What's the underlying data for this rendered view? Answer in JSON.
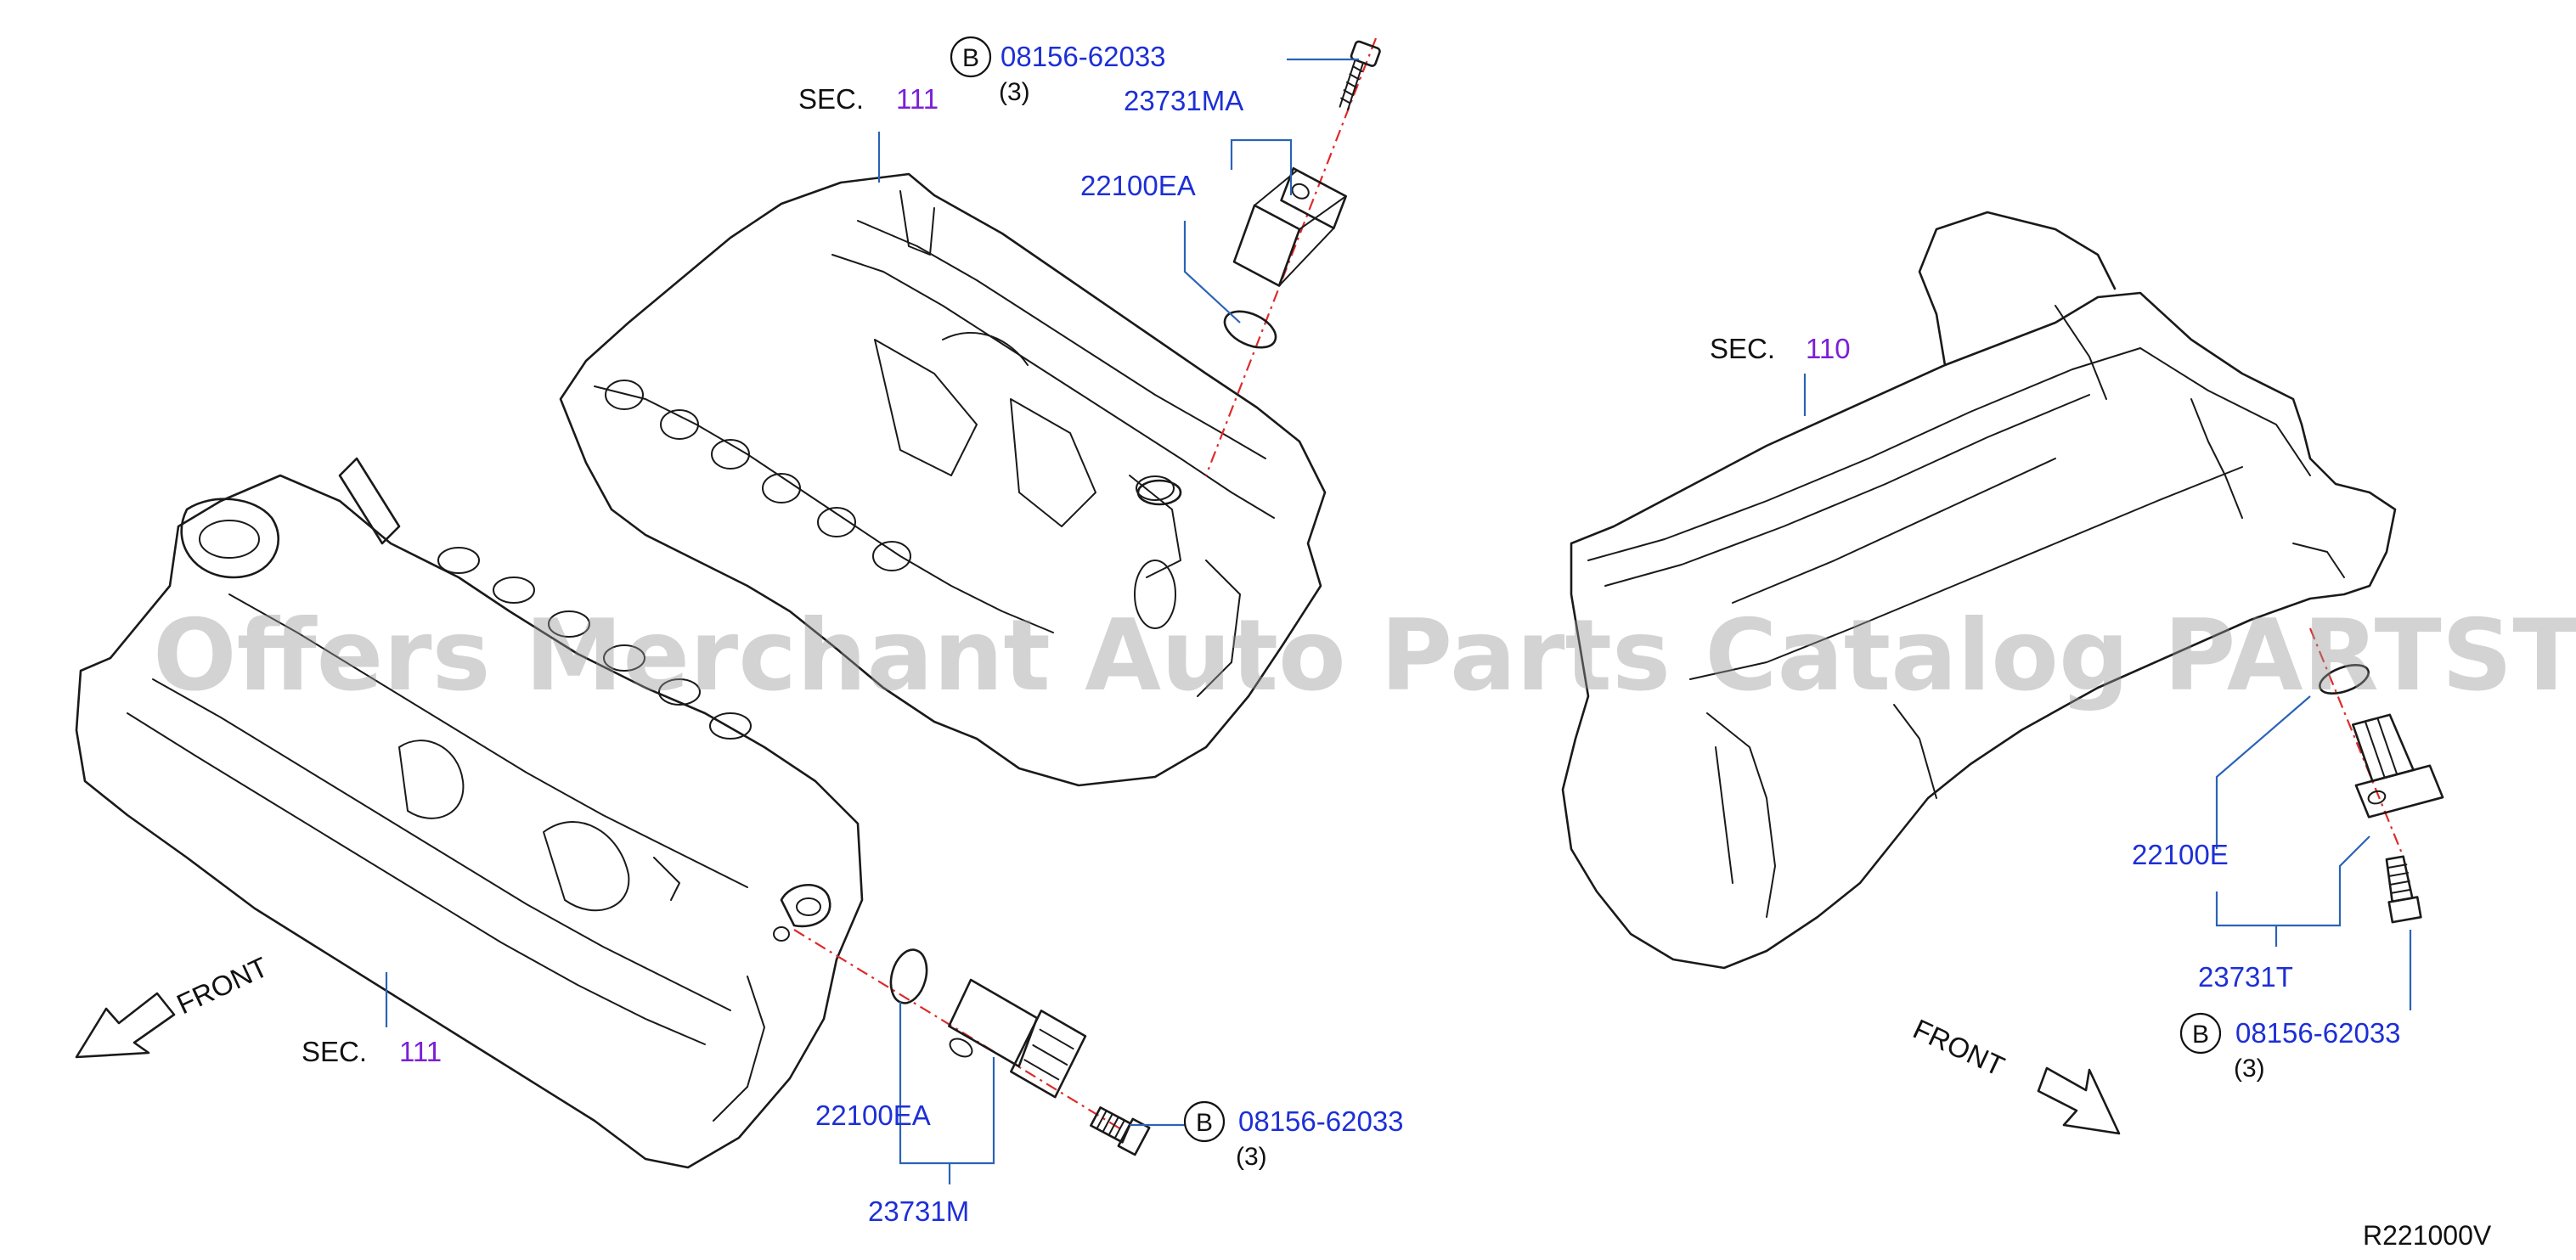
{
  "diagram_code": "R221000V",
  "watermark": "Offers Merchant Auto Parts Catalog PARTSTORE.SA",
  "section_label": "SEC.",
  "sections": {
    "upper_left_head": "111",
    "lower_left_head": "111",
    "oil_pan": "110"
  },
  "front_label": "FRONT",
  "callouts": {
    "top_bolt": {
      "marker": "B",
      "part_number": "08156-62033",
      "quantity": "(3)"
    },
    "top_sensor": "23731MA",
    "top_oring": "22100EA",
    "left_oring": "22100EA",
    "left_sensor": "23731M",
    "left_bolt": {
      "marker": "B",
      "part_number": "08156-62033",
      "quantity": "(3)"
    },
    "right_oring": "22100E",
    "right_sensor": "23731T",
    "right_bolt": {
      "marker": "B",
      "part_number": "08156-62033",
      "quantity": "(3)"
    }
  },
  "colors": {
    "part_number_text": "#1d2fd6",
    "section_number_text": "#7b1fd6",
    "leader_lines": "#2a63b8",
    "center_lines": "#e02a2a",
    "line_art": "#1a1a1a"
  }
}
